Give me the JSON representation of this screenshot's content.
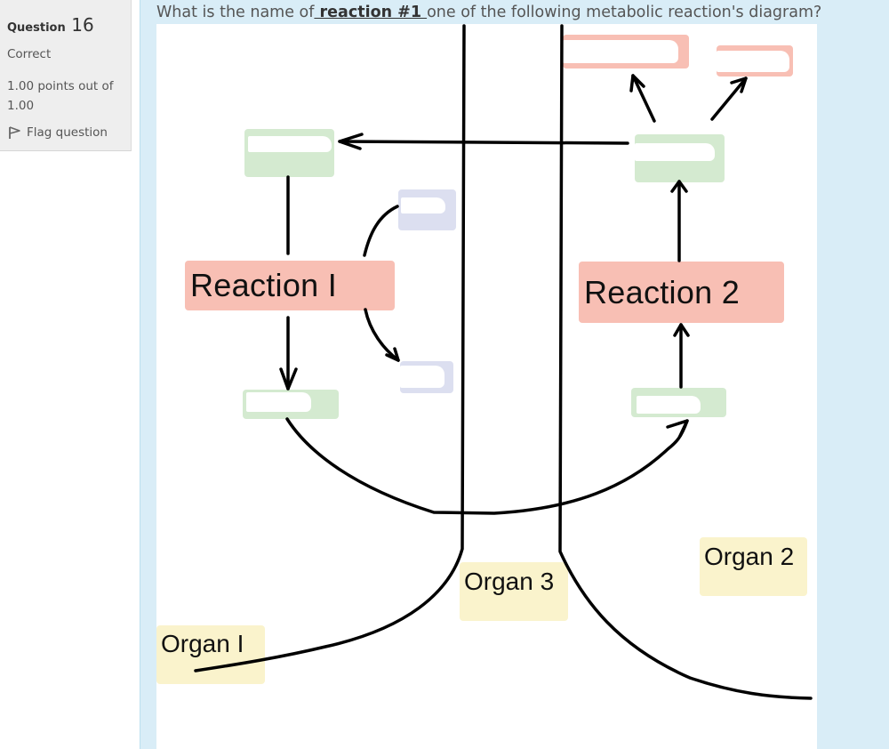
{
  "question_info": {
    "label": "Question",
    "number": "16",
    "state": "Correct",
    "grade": "1.00 points out of 1.00",
    "flag_label": "Flag question",
    "flag_icon": "flag-icon"
  },
  "question": {
    "text_before": "What is the name of",
    "emphasis": " reaction #1 ",
    "text_after": "one of the following metabolic reaction's diagram?"
  },
  "diagram": {
    "reactions": [
      {
        "label": "Reaction I"
      },
      {
        "label": "Reaction 2"
      }
    ],
    "organs": [
      {
        "label": "Organ I"
      },
      {
        "label": "Organ 3"
      },
      {
        "label": "Organ 2"
      }
    ],
    "colors": {
      "metabolite": "#d4ead0",
      "reaction": "#f8bfb4",
      "cofactor": "#dcdff0",
      "organ": "#faf3cc",
      "page_background": "#d9edf7"
    }
  }
}
